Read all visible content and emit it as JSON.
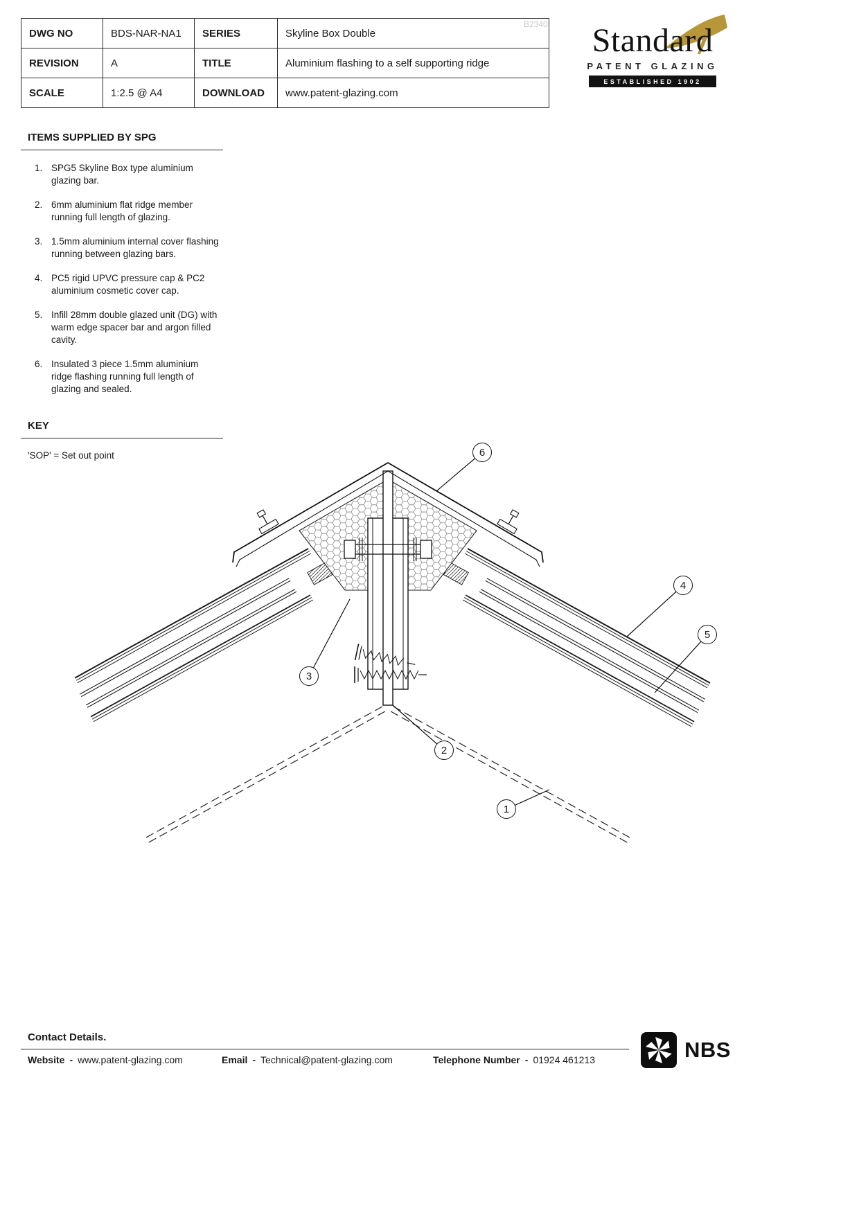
{
  "title_block": {
    "watermark": "B2340",
    "rows": [
      {
        "label1": "DWG NO",
        "value1": "BDS-NAR-NA1",
        "label2": "SERIES",
        "value2": "Skyline Box Double"
      },
      {
        "label1": "REVISION",
        "value1": "A",
        "label2": "TITLE",
        "value2": "Aluminium flashing to a self supporting ridge"
      },
      {
        "label1": "SCALE",
        "value1": "1:2.5 @ A4",
        "label2": "DOWNLOAD",
        "value2": "www.patent-glazing.com"
      }
    ]
  },
  "logo": {
    "name": "Standard",
    "subtitle": "PATENT GLAZING",
    "established": "ESTABLISHED 1902",
    "accent_color": "#B8973B"
  },
  "items_section": {
    "heading": "ITEMS SUPPLIED BY SPG",
    "items": [
      {
        "n": "1.",
        "text": "SPG5 Skyline Box type aluminium glazing bar."
      },
      {
        "n": "2.",
        "text": "6mm aluminium flat ridge member running full length of glazing."
      },
      {
        "n": "3.",
        "text": "1.5mm aluminium internal cover flashing running between glazing bars."
      },
      {
        "n": "4.",
        "text": "PC5 rigid UPVC pressure cap & PC2 aluminium cosmetic cover cap."
      },
      {
        "n": "5.",
        "text": "Infill 28mm double glazed unit (DG) with warm edge spacer bar and argon filled cavity."
      },
      {
        "n": "6.",
        "text": "Insulated 3 piece 1.5mm aluminium ridge flashing running full length of glazing and sealed."
      }
    ]
  },
  "key_section": {
    "heading": "KEY",
    "note": "'SOP' = Set out point"
  },
  "drawing": {
    "callouts": {
      "c1": "1",
      "c2": "2",
      "c3": "3",
      "c4": "4",
      "c5": "5",
      "c6": "6"
    }
  },
  "footer": {
    "heading": "Contact Details.",
    "sep": "-",
    "website_label": "Website",
    "website_value": "www.patent-glazing.com",
    "email_label": "Email",
    "email_value": "Technical@patent-glazing.com",
    "phone_label": "Telephone Number",
    "phone_value": "01924 461213",
    "nbs": "NBS"
  }
}
